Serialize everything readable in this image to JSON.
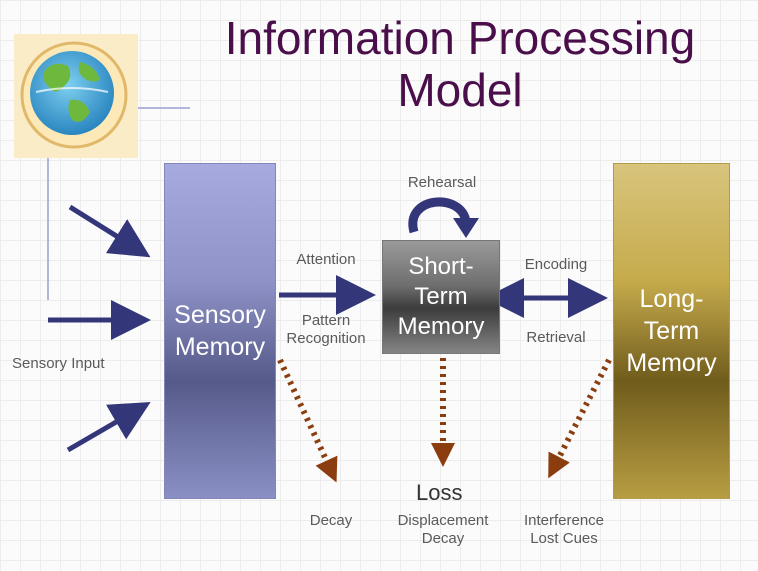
{
  "title": {
    "line1": "Information Processing",
    "line2": "Model"
  },
  "boxes": {
    "sensory": "Sensory\nMemory",
    "short_term": "Short-\nTerm\nMemory",
    "long_term": "Long-\nTerm\nMemory"
  },
  "labels": {
    "sensory_input": "Sensory Input",
    "attention": "Attention",
    "pattern_recognition": "Pattern\nRecognition",
    "rehearsal": "Rehearsal",
    "encoding": "Encoding",
    "retrieval": "Retrieval",
    "loss": "Loss",
    "decay": "Decay",
    "displacement_decay": "Displacement\nDecay",
    "interference_lost_cues": "Interference\nLost Cues"
  },
  "icons": {
    "logo": "globe-icon"
  },
  "colors": {
    "title": "#4a0f4a",
    "arrow_blue": "#34367a",
    "arrow_loss": "#8b3d10",
    "sensory": "#8e92c6",
    "short_term": "#6e6e6e",
    "long_term": "#c6ab4c"
  }
}
